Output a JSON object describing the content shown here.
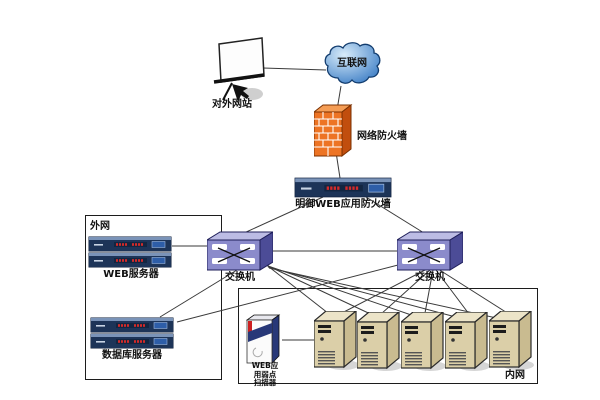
{
  "nodes": {
    "external_site": {
      "label": "对外网站"
    },
    "internet": {
      "label": "互联网"
    },
    "network_firewall": {
      "label": "网络防火墙"
    },
    "web_app_firewall": {
      "label": "明御WEB应用防火墙"
    },
    "switch_left": {
      "label": "交换机"
    },
    "switch_right": {
      "label": "交换机"
    },
    "web_server": {
      "label": "WEB服务器"
    },
    "database_server": {
      "label": "数据库服务器"
    },
    "scanner": {
      "label": "WEB应\n用弱点\n扫描器"
    },
    "intranet_server_count": 5
  },
  "zones": {
    "external": {
      "label": "外网"
    },
    "internal": {
      "label": "内网"
    }
  },
  "colors": {
    "line": "#3a3a3a",
    "appliance-navy": "#1d3458",
    "appliance-top": "#7a93b8",
    "led-red": "#d42a2a",
    "chip-blue": "#2e5ea8",
    "switch-front": "#8b8bcb",
    "switch-top": "#bcbce4",
    "switch-side": "#4c4c97",
    "firewall-front": "#ed7424",
    "firewall-side": "#c14e0e",
    "firewall-top": "#f59d55",
    "cloud-light": "#d8ecfa",
    "cloud-dark": "#3f7fc6",
    "tower-front": "#dbcfa8",
    "tower-top": "#ece4c8",
    "tower-side": "#c9bb90",
    "box-navy": "#283878",
    "box-red": "#cc2020"
  }
}
